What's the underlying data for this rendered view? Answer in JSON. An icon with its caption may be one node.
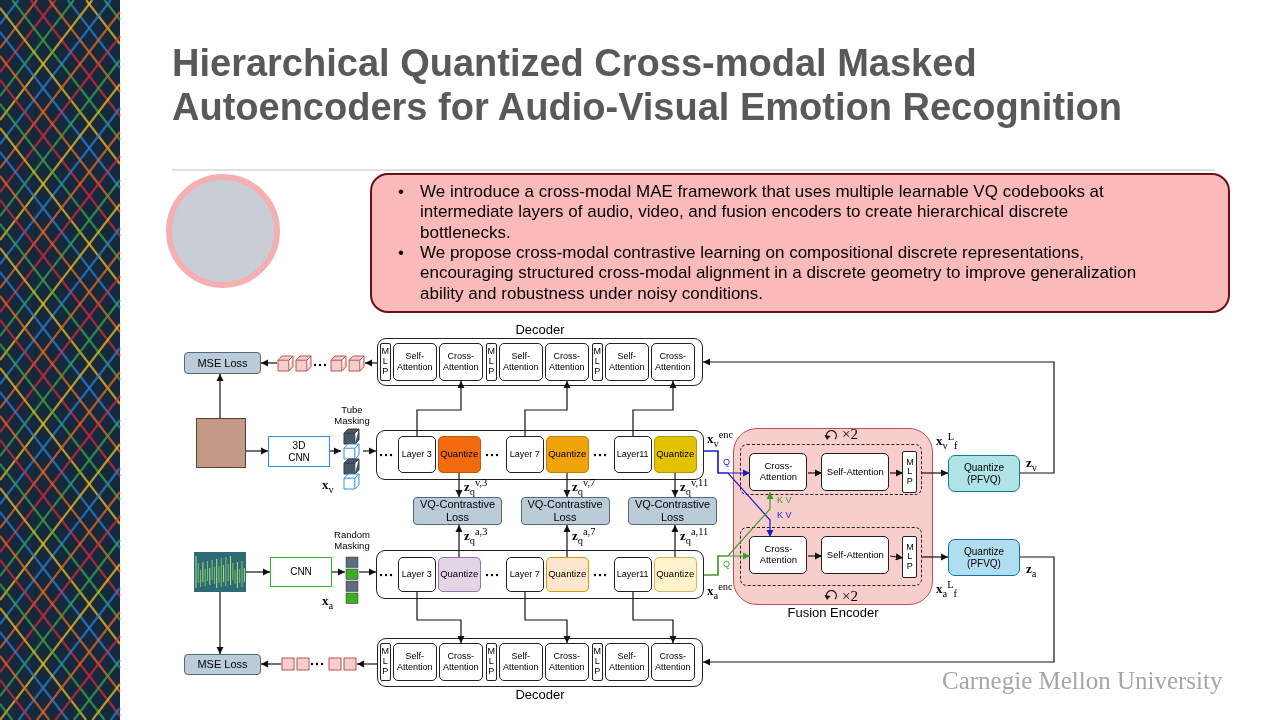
{
  "diagram": {
    "title": "Hierarchical Quantized Cross-modal Masked Autoencoders for Audio-Visual Emotion Recognition",
    "nodes": [
      {
        "text": [
          "•",
          "We introduce a cross-modal MAE framework that uses multiple learnable VQ codebooks at intermediate layers of audio, video, and fusion encoders to create hierarchical discrete bottlenecks.",
          "•",
          "We propose cross-modal contrastive learning on compositional discrete representations, encouraging structured cross-modal alignment in a discrete geometry to improve generalization ability and robustness under noisy conditions."
        ]
      },
      {
        "text": [
          "Decoder"
        ]
      },
      {
        "text": [
          "MLP"
        ],
        "in": 1
      },
      {
        "text": [
          "Self-Attention"
        ],
        "in": 1
      },
      {
        "text": [
          "Cross-Attention"
        ],
        "in": 1
      },
      {
        "text": [
          "MLP"
        ],
        "in": 1
      },
      {
        "text": [
          "Self-Attention"
        ],
        "in": 1
      },
      {
        "text": [
          "Cross-Attention"
        ],
        "in": 1
      },
      {
        "text": [
          "MLP"
        ],
        "in": 1
      },
      {
        "text": [
          "Self-Attention"
        ],
        "in": 1
      },
      {
        "text": [
          "Cross-Attention"
        ],
        "in": 1
      },
      {
        "text": [
          "MSE Loss"
        ]
      },
      {
        "text": [],
        "shape": "picture"
      },
      {
        "text": [],
        "shape": "box"
      },
      {
        "text": [
          "3D CNN"
        ]
      },
      {
        "text": [],
        "shape": "picture",
        "beside": [
          "Tube Masking",
          "**x**$_{v}$"
        ]
      },
      {
        "text": [],
        "shape": "box",
        "beside": [
          "**x**$_{v}$$^{enc}$"
        ]
      },
      {
        "text": [
          "Layer 3"
        ],
        "in": 16
      },
      {
        "text": [
          "Quantize"
        ],
        "in": 16
      },
      {
        "text": [
          "Layer 7"
        ],
        "in": 16
      },
      {
        "text": [
          "Quantize"
        ],
        "in": 16
      },
      {
        "text": [
          "Layer11"
        ],
        "in": 16
      },
      {
        "text": [
          "Quantize"
        ],
        "in": 16
      },
      {
        "text": [
          "VQ-Contrastive Loss"
        ]
      },
      {
        "text": [
          "VQ-Contrastive Loss"
        ]
      },
      {
        "text": [
          "VQ-Contrastive Loss"
        ]
      },
      {
        "text": [],
        "shape": "picture"
      },
      {
        "text": [
          "CNN"
        ]
      },
      {
        "text": [],
        "shape": "picture",
        "beside": [
          "Random Masking",
          "**x**$_{a}$"
        ]
      },
      {
        "text": [],
        "shape": "box",
        "beside": [
          "**x**$_{a}$$^{enc}$"
        ]
      },
      {
        "text": [
          "Layer 3"
        ],
        "in": 29
      },
      {
        "text": [
          "Quantize"
        ],
        "in": 29
      },
      {
        "text": [
          "Layer 7"
        ],
        "in": 29
      },
      {
        "text": [
          "Quantize"
        ],
        "in": 29
      },
      {
        "text": [
          "Layer11"
        ],
        "in": 29
      },
      {
        "text": [
          "Quantize"
        ],
        "in": 29
      },
      {
        "text": [
          "Decoder"
        ]
      },
      {
        "text": [
          "MLP"
        ],
        "in": 36
      },
      {
        "text": [
          "Self-Attention"
        ],
        "in": 36
      },
      {
        "text": [
          "Cross-Attention"
        ],
        "in": 36
      },
      {
        "text": [
          "MLP"
        ],
        "in": 36
      },
      {
        "text": [
          "Self-Attention"
        ],
        "in": 36
      },
      {
        "text": [
          "Cross-Attention"
        ],
        "in": 36
      },
      {
        "text": [
          "MLP"
        ],
        "in": 36
      },
      {
        "text": [
          "Self-Attention"
        ],
        "in": 36
      },
      {
        "text": [
          "Cross-Attention"
        ],
        "in": 36
      },
      {
        "text": [
          "MSE Loss"
        ]
      },
      {
        "text": [],
        "shape": "picture"
      },
      {
        "text": [
          "Fusion Encoder"
        ]
      },
      {
        "text": [],
        "shape": "box",
        "in": 48,
        "beside": [
          "×2"
        ]
      },
      {
        "text": [
          "Cross-Attention"
        ],
        "in": 49
      },
      {
        "text": [
          "Self-Attention"
        ],
        "in": 49
      },
      {
        "text": [
          "MLP"
        ],
        "in": 49
      },
      {
        "text": [],
        "shape": "box",
        "in": 48,
        "beside": [
          "×2"
        ]
      },
      {
        "text": [
          "Cross-Attention"
        ],
        "in": 53
      },
      {
        "text": [
          "Self-Attention"
        ],
        "in": 53
      },
      {
        "text": [
          "MLP"
        ],
        "in": 53
      },
      {
        "text": [
          "Quantize (PFVQ)"
        ]
      },
      {
        "text": [
          "Quantize (PFVQ)"
        ]
      }
    ],
    "edges": [
      {
        "from": 1,
        "to": 12,
        "arrow": "to"
      },
      {
        "from": 12,
        "to": 11,
        "arrow": "to"
      },
      {
        "from": 13,
        "to": 11,
        "arrow": "to"
      },
      {
        "from": 13,
        "to": 14,
        "arrow": "to"
      },
      {
        "from": 14,
        "to": 15,
        "arrow": "to"
      },
      {
        "from": 15,
        "to": 16,
        "arrow": "to"
      },
      {
        "from": 17,
        "to": 4,
        "arrow": "to"
      },
      {
        "from": 19,
        "to": 7,
        "arrow": "to"
      },
      {
        "from": 21,
        "to": 10,
        "arrow": "to"
      },
      {
        "from": 18,
        "to": 23,
        "arrow": "to",
        "label": "**z**$_{q}$$^{v,3}$"
      },
      {
        "from": 20,
        "to": 24,
        "arrow": "to",
        "label": "**z**$_{q}$$^{v,7}$"
      },
      {
        "from": 22,
        "to": 25,
        "arrow": "to",
        "label": "**z**$_{q}$$^{v,11}$"
      },
      {
        "from": 31,
        "to": 23,
        "arrow": "to",
        "label": "**z**$_{q}$$^{a,3}$"
      },
      {
        "from": 33,
        "to": 24,
        "arrow": "to",
        "label": "**z**$_{q}$$^{a,7}$"
      },
      {
        "from": 35,
        "to": 25,
        "arrow": "to",
        "label": "**z**$_{q}$$^{a,11}$"
      },
      {
        "from": 26,
        "to": 46,
        "arrow": "to"
      },
      {
        "from": 26,
        "to": 27,
        "arrow": "to"
      },
      {
        "from": 27,
        "to": 28,
        "arrow": "to"
      },
      {
        "from": 28,
        "to": 29,
        "arrow": "to"
      },
      {
        "from": 30,
        "to": 39,
        "arrow": "to"
      },
      {
        "from": 32,
        "to": 42,
        "arrow": "to"
      },
      {
        "from": 34,
        "to": 45,
        "arrow": "to"
      },
      {
        "from": 36,
        "to": 47,
        "arrow": "to"
      },
      {
        "from": 47,
        "to": 46,
        "arrow": "to"
      },
      {
        "from": 16,
        "to": 50,
        "arrow": "to",
        "label": "Q",
        "color": "#1a1ad0"
      },
      {
        "from": 16,
        "to": 54,
        "arrow": "to",
        "label": "K V",
        "color": "#1a1ad0"
      },
      {
        "from": 29,
        "to": 54,
        "arrow": "to",
        "label": "Q",
        "color": "#3f9a2c"
      },
      {
        "from": 29,
        "to": 50,
        "arrow": "to",
        "label": "K V",
        "color": "#3f9a2c"
      },
      {
        "from": 50,
        "to": 51,
        "arrow": "to"
      },
      {
        "from": 51,
        "to": 52,
        "arrow": "to"
      },
      {
        "from": 54,
        "to": 55,
        "arrow": "to"
      },
      {
        "from": 55,
        "to": 56,
        "arrow": "to"
      },
      {
        "from": 49,
        "to": 57,
        "arrow": "to",
        "label": "**x**$_{v}$$^{L}$$_{f}$"
      },
      {
        "from": 53,
        "to": 58,
        "arrow": "to",
        "label": "**x**$_{a}$$^{L}$$_{f}$"
      },
      {
        "from": 57,
        "to": 1,
        "arrow": "to",
        "label": "**z**$_{v}$"
      },
      {
        "from": 58,
        "to": 36,
        "arrow": "to",
        "label": "**z**$_{a}$"
      }
    ],
    "labels": [
      "Carnegie Mellon University"
    ]
  }
}
